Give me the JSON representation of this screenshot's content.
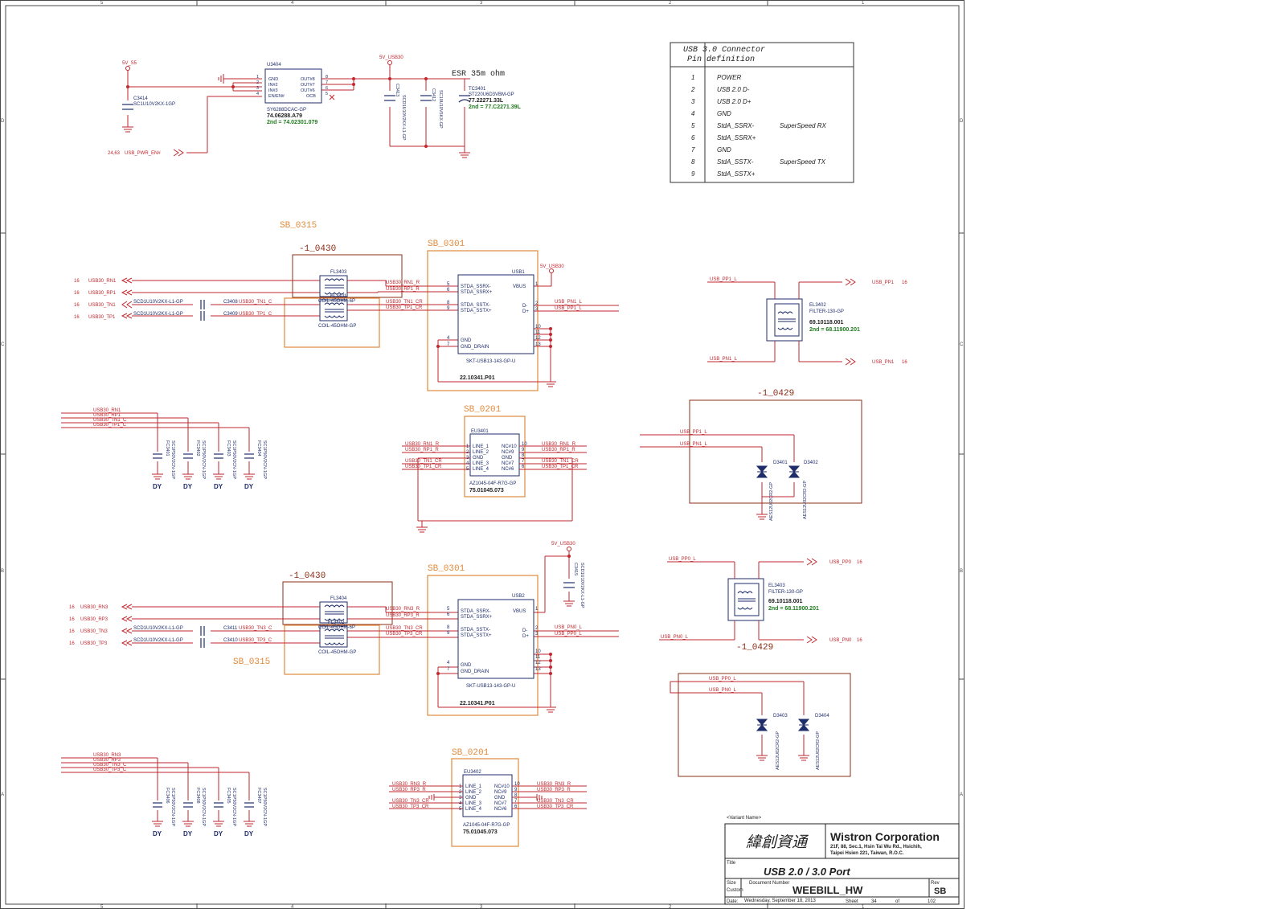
{
  "frame": {
    "top_cols": [
      "5",
      "4",
      "3",
      "2",
      "1"
    ],
    "bottom_cols": [
      "5",
      "4",
      "3",
      "2",
      "1"
    ],
    "left_rows": [
      "D",
      "C",
      "B",
      "A"
    ],
    "right_rows": [
      "D",
      "C",
      "B",
      "A"
    ]
  },
  "power_section": {
    "rail_5v_s5": "5V_S5",
    "rail_5v_usb30": "5V_USB30",
    "esr_note": "ESR 35m ohm",
    "u3404": {
      "ref": "U3404",
      "left_pins": [
        [
          "1",
          "GND"
        ],
        [
          "2",
          "IN#2"
        ],
        [
          "3",
          "IN#3"
        ],
        [
          "4",
          "EN/EN#"
        ]
      ],
      "right_pins": [
        [
          "8",
          "OUT#8"
        ],
        [
          "7",
          "OUT#7"
        ],
        [
          "6",
          "OUT#6"
        ],
        [
          "5",
          "OCB"
        ]
      ],
      "part": "SY6288DCAC-GP",
      "pn": "74.06288.A79",
      "pn2": "2nd = 74.02301.079"
    },
    "c3414": {
      "ref": "C3414",
      "value": "SC1U10V2KX-1GP"
    },
    "c3413": {
      "ref": "C3413",
      "value": "SCD1U10V2KX-L1-GP"
    },
    "c3412": {
      "ref": "C3412",
      "value": "SC10U10V5KX-GP"
    },
    "tc3401": {
      "ref": "TC3401",
      "value": "ST220U6D3VBM-GP",
      "pn": "77.22271.33L",
      "pn2": "2nd = 77.C2271.39L"
    },
    "en_signal": "USB_PWR_EN#",
    "en_page": "24,63"
  },
  "pin_table": {
    "title1": "USB 3.0 Connector",
    "title2": "Pin definition",
    "rows": [
      {
        "num": "1",
        "sig": "POWER",
        "note": ""
      },
      {
        "num": "2",
        "sig": "USB 2.0 D-",
        "note": ""
      },
      {
        "num": "3",
        "sig": "USB 2.0 D+",
        "note": ""
      },
      {
        "num": "4",
        "sig": "GND",
        "note": ""
      },
      {
        "num": "5",
        "sig": "StdA_SSRX-",
        "note": "SuperSpeed RX"
      },
      {
        "num": "6",
        "sig": "StdA_SSRX+",
        "note": ""
      },
      {
        "num": "7",
        "sig": "GND",
        "note": ""
      },
      {
        "num": "8",
        "sig": "StdA_SSTX-",
        "note": "SuperSpeed TX"
      },
      {
        "num": "9",
        "sig": "StdA_SSTX+",
        "note": ""
      }
    ]
  },
  "port1": {
    "sb_0315": "SB_0315",
    "rev_0430": "-1_0430",
    "sb_0301": "SB_0301",
    "rail": "5V_USB30",
    "inputs": [
      {
        "page": "16",
        "net": "USB30_RN1"
      },
      {
        "page": "16",
        "net": "USB30_RP1"
      },
      {
        "page": "16",
        "net": "USB30_TN1"
      },
      {
        "page": "16",
        "net": "USB30_TP1"
      }
    ],
    "caps": [
      {
        "value": "SCD1U10V2KX-L1-GP",
        "ref": "C3408",
        "net": "USB30_TN1_C"
      },
      {
        "value": "SCD1U10V2KX-L1-GP",
        "ref": "C3409",
        "net": "USB30_TP1_C"
      }
    ],
    "fl_top": "FL3403",
    "fl_bottom": "FL3401",
    "coil1": "COIL-45OHM-6P",
    "coil2": "COIL-45OHM-GP",
    "conn_ref": "USB1",
    "conn_pins_left": [
      [
        "5",
        "STDA_SSRX-"
      ],
      [
        "6",
        "STDA_SSRX+"
      ],
      [
        "8",
        "STDA_SSTX-"
      ],
      [
        "9",
        "STDA_SSTX+"
      ],
      [
        "4",
        "GND"
      ],
      [
        "7",
        "GND_DRAIN"
      ]
    ],
    "conn_pins_right": [
      [
        "1",
        "VBUS"
      ],
      [
        "2",
        "D-"
      ],
      [
        "3",
        "D+"
      ],
      [
        "10",
        ""
      ],
      [
        "11",
        ""
      ],
      [
        "12",
        ""
      ],
      [
        "13",
        ""
      ]
    ],
    "conn_part": "SKT-USB13-143-GP-U",
    "conn_pn": "22.10341.P01",
    "nets_mid": [
      "USB30_RN1_R",
      "USB30_RP1_R",
      "USB30_TN1_CR",
      "USB30_TP1_CR"
    ],
    "nets_out": [
      "USB_PN1_L",
      "USB_PP1_L"
    ]
  },
  "port2": {
    "sb_0315": "SB_0315",
    "rev_0430": "-1_0430",
    "sb_0301": "SB_0301",
    "rail": "5V_USB30",
    "cap_ref": "C3415",
    "cap_value": "SCD1U10V2KX-L1-GP",
    "inputs": [
      {
        "page": "16",
        "net": "USB30_RN3"
      },
      {
        "page": "16",
        "net": "USB30_RP3"
      },
      {
        "page": "16",
        "net": "USB30_TN3"
      },
      {
        "page": "16",
        "net": "USB30_TP3"
      }
    ],
    "caps": [
      {
        "value": "SCD1U10V2KX-L1-GP",
        "ref": "C3411",
        "net": "USB30_TN3_C"
      },
      {
        "value": "SCD1U10V2KX-L1-GP",
        "ref": "C3410",
        "net": "USB30_TP3_C"
      }
    ],
    "fl_top": "FL3404",
    "fl_bottom": "FL3402",
    "coil1": "COIL-45OHM-6P",
    "coil2": "COIL-45OHM-GP",
    "conn_ref": "USB2",
    "conn_pins_left": [
      [
        "5",
        "STDA_SSRX-"
      ],
      [
        "6",
        "STDA_SSRX+"
      ],
      [
        "8",
        "STDA_SSTX-"
      ],
      [
        "9",
        "STDA_SSTX+"
      ],
      [
        "4",
        "GND"
      ],
      [
        "7",
        "GND_DRAIN"
      ]
    ],
    "conn_pins_right": [
      [
        "1",
        "VBUS"
      ],
      [
        "2",
        "D-"
      ],
      [
        "3",
        "D+"
      ],
      [
        "10",
        ""
      ],
      [
        "11",
        ""
      ],
      [
        "12",
        ""
      ],
      [
        "13",
        ""
      ]
    ],
    "conn_part": "SKT-USB13-143-GP-U",
    "conn_pn": "22.10341.P01",
    "nets_mid": [
      "USB30_RN3_R",
      "USB30_RP3_R",
      "USB30_TN3_CR",
      "USB30_TP3_CR"
    ],
    "nets_out": [
      "USB_PN0_L",
      "USB_PP0_L"
    ]
  },
  "fc_group1": {
    "nets": [
      "USB30_RN1",
      "USB30_RP1",
      "USB30_TN1_C",
      "USB30_TP1_C"
    ],
    "caps": [
      {
        "ref": "FC3401",
        "value": "SC1P50V2CN-1GP"
      },
      {
        "ref": "FC3402",
        "value": "SC1P50V2CN-1GP"
      },
      {
        "ref": "FC3403",
        "value": "SC1P50V2CN-1GP"
      },
      {
        "ref": "FC3404",
        "value": "SC1P50V2CN-1GP"
      }
    ],
    "dy": "DY"
  },
  "fc_group2": {
    "nets": [
      "USB30_RN3",
      "USB30_RP3",
      "USB30_TN3_C",
      "USB30_TP3_C"
    ],
    "caps": [
      {
        "ref": "FC3406",
        "value": "SC1P50V2CN-1GP"
      },
      {
        "ref": "FC3408",
        "value": "SC1P50V2CN-1GP"
      },
      {
        "ref": "FC3405",
        "value": "SC1P50V2CN-1GP"
      },
      {
        "ref": "FC3407",
        "value": "SC1P50V2CN-1GP"
      }
    ],
    "dy": "DY"
  },
  "eu1": {
    "label": "SB_0201",
    "ref": "EU3401",
    "left_pins": [
      [
        "1",
        "LINE_1"
      ],
      [
        "2",
        "LINE_2"
      ],
      [
        "3",
        "GND"
      ],
      [
        "4",
        "LINE_3"
      ],
      [
        "5",
        "LINE_4"
      ]
    ],
    "right_pins": [
      [
        "10",
        "NC#10"
      ],
      [
        "9",
        "NC#9"
      ],
      [
        "8",
        "GND"
      ],
      [
        "7",
        "NC#7"
      ],
      [
        "6",
        "NC#6"
      ]
    ],
    "left_nets": [
      "USB30_RN1_R",
      "USB30_RP1_R",
      "",
      "USB30_TN1_CR",
      "USB30_TP1_CR"
    ],
    "right_nets": [
      "USB30_RN1_R",
      "USB30_RP1_R",
      "",
      "USB30_TN1_CR",
      "USB30_TP1_CR"
    ],
    "part": "AZ1045-04F-R7G-GP",
    "pn": "75.01045.073"
  },
  "eu2": {
    "label": "SB_0201",
    "ref": "EU3402",
    "left_pins": [
      [
        "1",
        "LINE_1"
      ],
      [
        "2",
        "LINE_2"
      ],
      [
        "3",
        "GND"
      ],
      [
        "4",
        "LINE_3"
      ],
      [
        "5",
        "LINE_4"
      ]
    ],
    "right_pins": [
      [
        "10",
        "NC#10"
      ],
      [
        "9",
        "NC#9"
      ],
      [
        "8",
        "GND"
      ],
      [
        "7",
        "NC#7"
      ],
      [
        "6",
        "NC#6"
      ]
    ],
    "left_nets": [
      "USB30_RN3_R",
      "USB30_RP3_R",
      "",
      "USB30_TN3_CR",
      "USB30_TP3_CR"
    ],
    "right_nets": [
      "USB30_RN3_R",
      "USB30_RP3_R",
      "",
      "USB30_TN3_CR",
      "USB30_TP3_CR"
    ],
    "part": "AZ1045-04F-R7G-GP",
    "pn": "75.01045.073"
  },
  "el1": {
    "ref": "EL3402",
    "part": "FILTER-130-GP",
    "pn": "69.10118.001",
    "pn2": "2nd = 68.11900.201",
    "net_top_l": "USB_PP1_L",
    "net_bot_l": "USB_PN1_L",
    "net_top_r": "USB_PP1",
    "net_bot_r": "USB_PN1",
    "page": "16"
  },
  "el2": {
    "ref": "EL3403",
    "part": "FILTER-130-GP",
    "pn": "69.10118.001",
    "pn2": "2nd = 68.11900.201",
    "net_top_l": "USB_PP0_L",
    "net_bot_l": "USB_PN0_L",
    "net_top_r": "USB_PP0",
    "net_bot_r": "USB_PN0",
    "page": "16",
    "rev": "-1_0429"
  },
  "esd1": {
    "rev": "-1_0429",
    "nets": [
      "USB_PP1_L",
      "USB_PN1_L"
    ],
    "d1": {
      "ref": "D3401",
      "value": "AES12U02CR2-GP"
    },
    "d2": {
      "ref": "D3402",
      "value": "AES12U02CR2-GP"
    }
  },
  "esd2": {
    "nets": [
      "USB_PP0_L",
      "USB_PN0_L"
    ],
    "d1": {
      "ref": "D3403",
      "value": "AES12U02CR2-GP"
    },
    "d2": {
      "ref": "D3404",
      "value": "AES12U02CR2-GP"
    }
  },
  "title_block": {
    "variant": "<Variant Name>",
    "chinese": "緯創資通",
    "company": "Wistron Corporation",
    "addr1": "21F, 88, Sec.1, Hsin Tai Wu Rd., Hsichih,",
    "addr2": "Taipei Hsien 221, Taiwan, R.O.C.",
    "title_label": "Title",
    "title": "USB 2.0 / 3.0 Port",
    "size_label": "Size",
    "size": "Custom",
    "docnum_label": "Document Number",
    "docnum": "WEEBILL_HW",
    "rev_label": "Rev",
    "rev": "SB",
    "date_label": "Date:",
    "date": "Wednesday, September 18, 2013",
    "sheet_label": "Sheet",
    "sheet": "34",
    "of_label": "of",
    "of": "102"
  },
  "colors": {
    "wire": "#c1272d",
    "component": "#1f2d6b",
    "group_box": "#8b2d16",
    "sb_box": "#e08a3c",
    "green": "#1f7a1f",
    "frame": "#4a4a4a"
  }
}
